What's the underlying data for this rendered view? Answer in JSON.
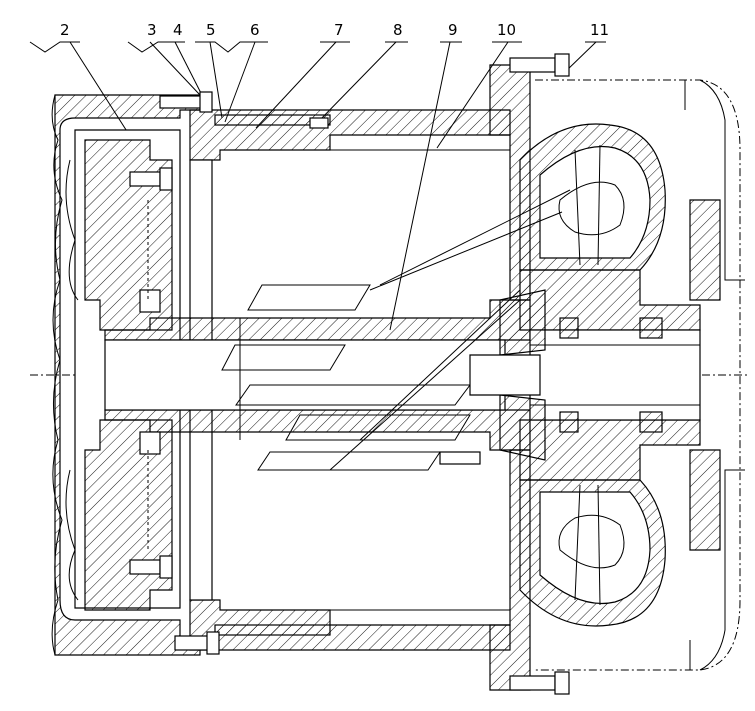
{
  "callouts": [
    {
      "label": "2"
    },
    {
      "label": "3"
    },
    {
      "label": "4"
    },
    {
      "label": "5"
    },
    {
      "label": "6"
    },
    {
      "label": "7"
    },
    {
      "label": "8"
    },
    {
      "label": "9"
    },
    {
      "label": "10"
    },
    {
      "label": "11"
    }
  ],
  "colors": {
    "ink": "#000000",
    "paper": "#ffffff"
  }
}
